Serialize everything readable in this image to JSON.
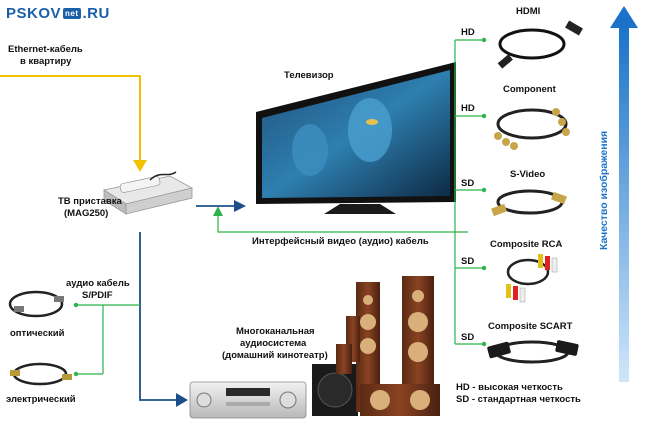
{
  "logo": {
    "left": "PSKOV",
    "badge": "net",
    "right": ".RU"
  },
  "ethernet": {
    "line1": "Ethernet-кабель",
    "line2": "в квартиру"
  },
  "stb": {
    "line1": "ТВ приставка",
    "line2": "(MAG250)"
  },
  "tv": {
    "label": "Телевизор"
  },
  "interface_cable": "Интерфейсный видео (аудио) кабель",
  "audio_cable": {
    "line1": "аудио кабель",
    "line2": "S/PDIF"
  },
  "optical": "оптический",
  "electrical": "электрический",
  "audio_system": {
    "line1": "Многоканальная",
    "line2": "аудиосистема",
    "line3": "(домашний кинотеатр)"
  },
  "cables": [
    {
      "quality": "HD",
      "name": "HDMI"
    },
    {
      "quality": "HD",
      "name": "Component"
    },
    {
      "quality": "SD",
      "name": "S-Video"
    },
    {
      "quality": "SD",
      "name": "Composite RCA"
    },
    {
      "quality": "SD",
      "name": "Composite SCART"
    }
  ],
  "legend": {
    "hd": "HD - высокая четкость",
    "sd": "SD - стандартная четкость"
  },
  "quality_axis": "Качество изображения",
  "colors": {
    "blue_arrow": "#1a73c8",
    "yellow_arrow": "#f2c200",
    "green_line": "#2db34a",
    "navy_arrow": "#1d4e8a"
  }
}
